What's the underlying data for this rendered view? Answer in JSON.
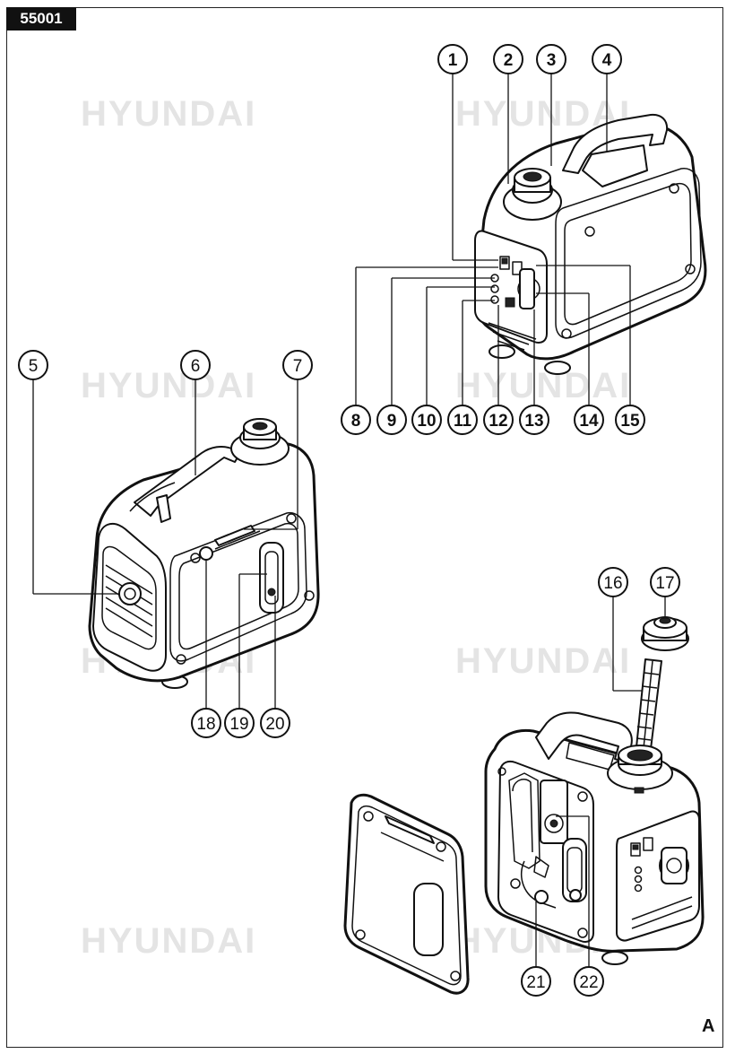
{
  "header": {
    "model_code": "55001"
  },
  "figure_letter": "A",
  "watermark_text": "HYUNDAI",
  "callouts": {
    "top_row": [
      "1",
      "2",
      "3",
      "4"
    ],
    "bottom_row": [
      "8",
      "9",
      "10",
      "11",
      "12",
      "13",
      "14",
      "15"
    ],
    "left_view": [
      "5",
      "6",
      "7",
      "18",
      "19",
      "20"
    ],
    "right_bottom": [
      "16",
      "17",
      "21",
      "22"
    ]
  },
  "colors": {
    "line": "#111111",
    "badge_bg": "#111111",
    "badge_text": "#ffffff",
    "watermark": "#e4e4e4"
  },
  "icons": [
    "generator-front-view",
    "generator-side-view",
    "generator-open-panel-view",
    "fuel-cap",
    "fuel-strainer",
    "side-cover-panel"
  ]
}
